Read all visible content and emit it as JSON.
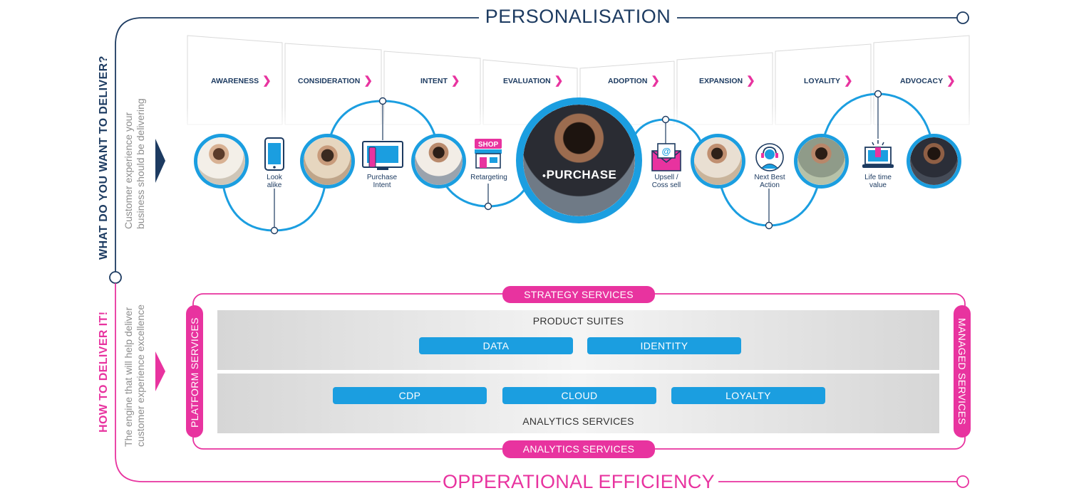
{
  "header": {
    "title": "PERSONALISATION"
  },
  "footer": {
    "title": "OPPERATIONAL EFFICIENCY"
  },
  "left_axis": {
    "top_heading": "WHAT DO YOU WANT TO DELIVER?",
    "top_sub_1": "Customer experience your",
    "top_sub_2": "business should be delivering",
    "bottom_heading": "HOW TO DELIVER IT!",
    "bottom_sub_1": "The engine that will help deliver",
    "bottom_sub_2": "customer experience excellence"
  },
  "stages": [
    "AWARENESS",
    "CONSIDERATION",
    "INTENT",
    "EVALUATION",
    "ADOPTION",
    "EXPANSION",
    "LOYALITY",
    "ADVOCACY"
  ],
  "journey_nodes": {
    "look_alike": [
      "Look",
      "alike"
    ],
    "purchase_intent": [
      "Purchase",
      "Intent"
    ],
    "retargeting": [
      "Retargeting"
    ],
    "upsell": [
      "Upsell /",
      "Coss sell"
    ],
    "next_best_action": [
      "Next Best",
      "Action"
    ],
    "life_time_value": [
      "Life time",
      "value"
    ],
    "shop_sign": "SHOP",
    "email_symbol": "@"
  },
  "center": {
    "label": "PURCHASE"
  },
  "services": {
    "strategy": "STRATEGY SERVICES",
    "platform": "PLATFORM SERVICES",
    "managed": "MANAGED SERVICES",
    "analytics_pill": "ANALYTICS SERVICES",
    "product_suites": "PRODUCT SUITES",
    "analytics_band": "ANALYTICS SERVICES",
    "data": "DATA",
    "identity": "IDENTITY",
    "cdp": "CDP",
    "cloud": "CLOUD",
    "loyalty": "LOYALTY"
  },
  "colors": {
    "navy": "#1d3b61",
    "blue": "#1b9ee0",
    "pink": "#e8339f",
    "grey_text": "#8d8d8d"
  },
  "icons": [
    "phone-icon",
    "tv-icon",
    "shop-icon",
    "email-icon",
    "headset-agent-icon",
    "laptop-lifetime-icon"
  ]
}
